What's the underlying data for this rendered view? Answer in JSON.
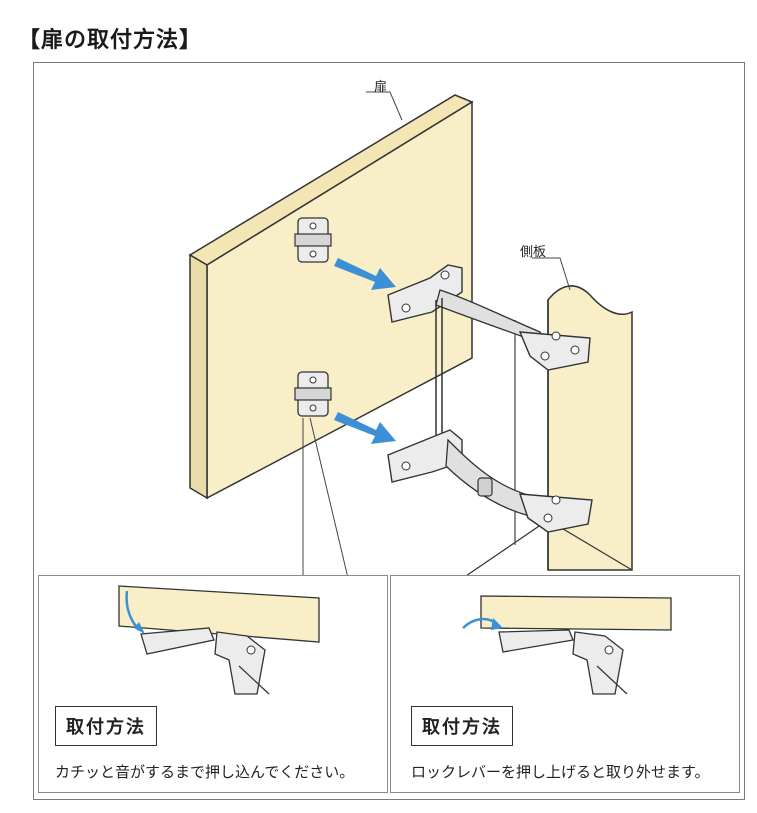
{
  "title": "【扉の取付方法】",
  "labels": {
    "door": "扉",
    "side_panel": "側板"
  },
  "steps": [
    {
      "heading": "取付方法",
      "caption": "カチッと音がするまで押し込んでください。"
    },
    {
      "heading": "取付方法",
      "caption": "ロックレバーを押し上げると取り外せます。"
    }
  ],
  "colors": {
    "wood": "#f8efc8",
    "arrow": "#3d8fd6",
    "metal": "#ececec",
    "line": "#333333"
  },
  "icons": [
    "push-arrow-icon",
    "hinge-icon"
  ]
}
